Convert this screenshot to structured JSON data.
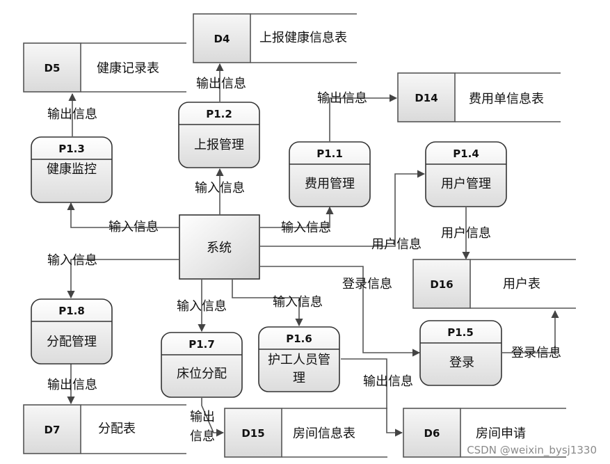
{
  "system": {
    "label": "系统"
  },
  "processes": {
    "p11": {
      "id": "P1.1",
      "name": "费用管理"
    },
    "p12": {
      "id": "P1.2",
      "name": "上报管理"
    },
    "p13": {
      "id": "P1.3",
      "name": "健康监控"
    },
    "p14": {
      "id": "P1.4",
      "name": "用户管理"
    },
    "p15": {
      "id": "P1.5",
      "name": "登录"
    },
    "p16": {
      "id": "P1.6",
      "name_line1": "护工人员管",
      "name_line2": "理"
    },
    "p17": {
      "id": "P1.7",
      "name": "床位分配"
    },
    "p18": {
      "id": "P1.8",
      "name": "分配管理"
    }
  },
  "stores": {
    "d4": {
      "id": "D4",
      "name": "上报健康信息表"
    },
    "d5": {
      "id": "D5",
      "name": "健康记录表"
    },
    "d6": {
      "id": "D6",
      "name": "房间申请"
    },
    "d7": {
      "id": "D7",
      "name": "分配表"
    },
    "d14": {
      "id": "D14",
      "name": "费用单信息表"
    },
    "d15": {
      "id": "D15",
      "name": "房间信息表"
    },
    "d16": {
      "id": "D16",
      "name": "用户表"
    }
  },
  "labels": {
    "output_d5": "输出信息",
    "output_d4": "输出信息",
    "output_d14": "输出信息",
    "input_p12": "输入信息",
    "input_p13": "输入信息",
    "input_p11": "输入信息",
    "user_info_p14": "用户信息",
    "user_info_d16": "用户信息",
    "input_p18": "输入信息",
    "login_info_p15": "登录信息",
    "input_p17": "输入信息",
    "input_p16": "输入信息",
    "login_info_d16": "登录信息",
    "output_d7": "输出信息",
    "output_d6": "输出信息",
    "output_d15_line1": "输出",
    "output_d15_line2": "信息"
  },
  "watermark": "CSDN @weixin_bysj1330"
}
